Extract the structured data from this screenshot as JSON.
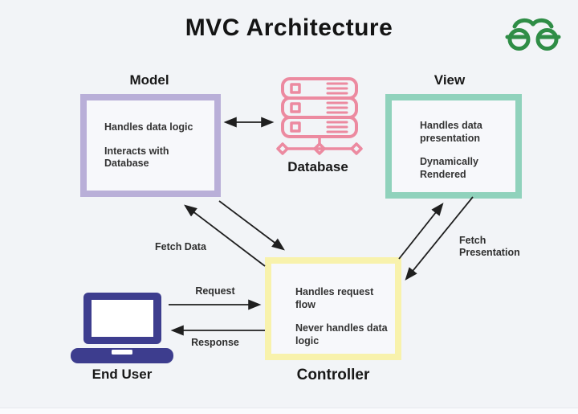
{
  "title": "MVC Architecture",
  "logo": {
    "name": "geeksforgeeks-logo",
    "color": "#2f8d46"
  },
  "nodes": {
    "model": {
      "label": "Model",
      "border_color": "#b9afd8",
      "lines": [
        "Handles data logic",
        "Interacts with Database"
      ]
    },
    "view": {
      "label": "View",
      "border_color": "#90d2bc",
      "lines": [
        "Handles data presentation",
        "Dynamically Rendered"
      ]
    },
    "controller": {
      "label": "Controller",
      "border_color": "#f8f2ac",
      "lines": [
        "Handles request flow",
        "Never handles data logic"
      ]
    },
    "database": {
      "label": "Database",
      "icon_color": "#ec8aa0"
    },
    "end_user": {
      "label": "End User",
      "icon_color": "#3d3d8e"
    }
  },
  "arrows": {
    "fetch_data": "Fetch Data",
    "fetch_presentation": "Fetch Presentation",
    "request": "Request",
    "response": "Response",
    "color": "#1f1f1f"
  },
  "colors": {
    "background": "#f2f4f7",
    "text": "#1c1c1e"
  }
}
